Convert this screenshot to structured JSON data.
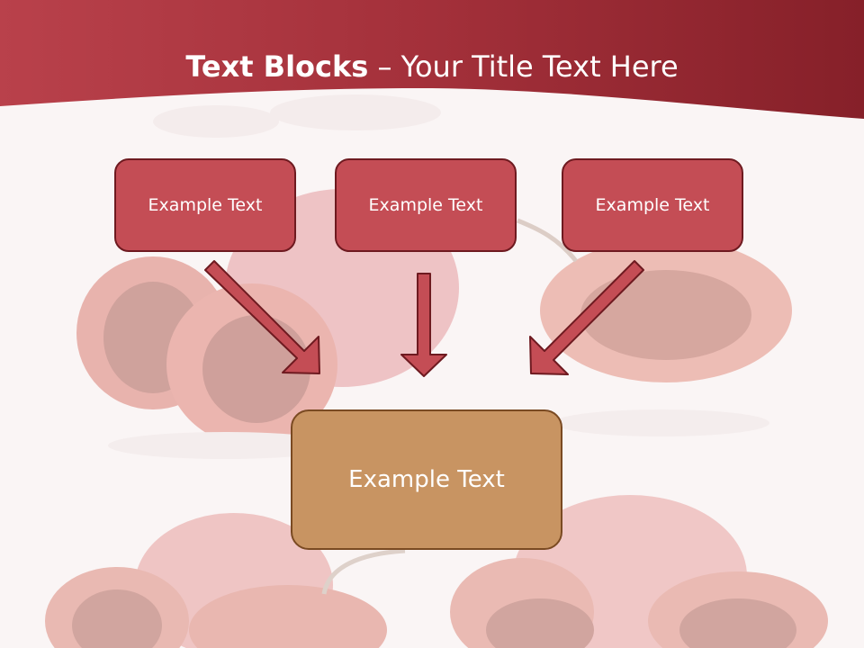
{
  "title": {
    "strong": "Text Blocks",
    "dash": " – ",
    "rest": "Your Title Text Here"
  },
  "boxes": [
    {
      "label": "Example Text"
    },
    {
      "label": "Example Text"
    },
    {
      "label": "Example Text"
    }
  ],
  "target": {
    "label": "Example Text"
  },
  "colors": {
    "header": "#a3303a",
    "box_fill": "#c44d55",
    "box_border": "#6e1a20",
    "target_fill": "#c89462",
    "arrow_fill": "#c44d55"
  }
}
